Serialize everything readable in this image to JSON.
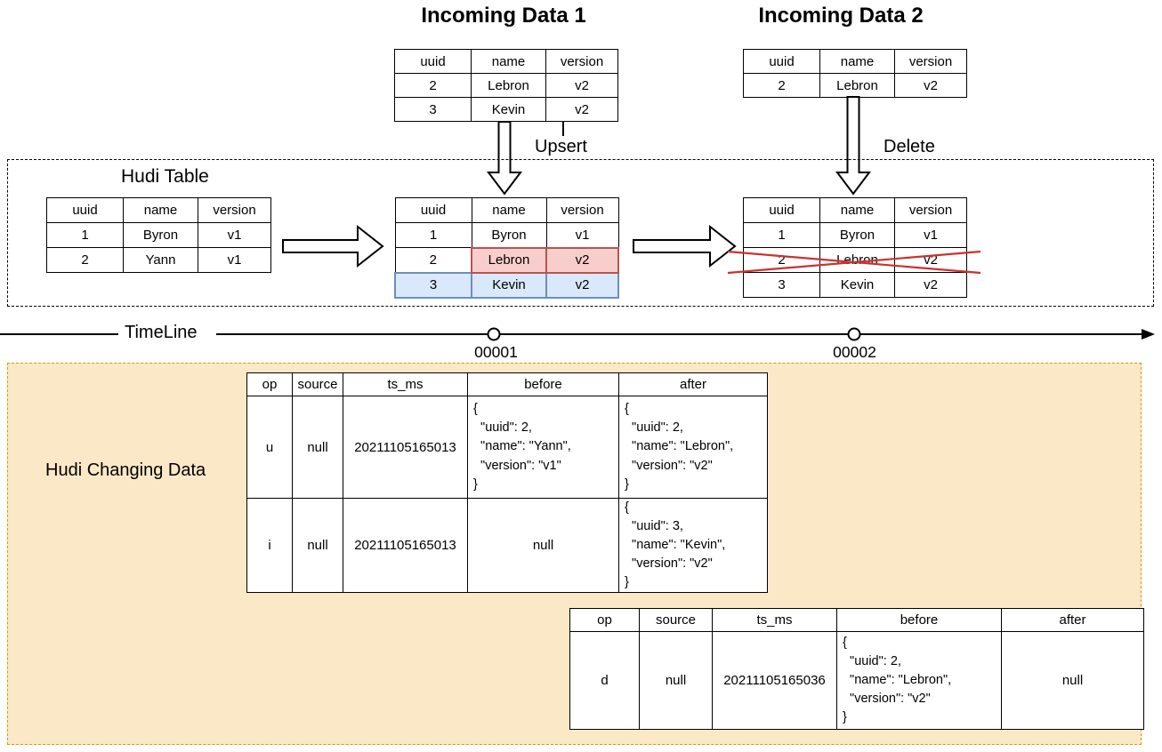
{
  "titles": {
    "incoming1": "Incoming Data 1",
    "incoming2": "Incoming Data 2",
    "hudi_table": "Hudi Table",
    "timeline": "TimeLine",
    "changing_data": "Hudi Changing Data"
  },
  "operations": {
    "upsert": "Upsert",
    "delete": "Delete"
  },
  "timeline": {
    "commits": [
      {
        "id": "00001"
      },
      {
        "id": "00002"
      }
    ]
  },
  "record_columns": [
    "uuid",
    "name",
    "version"
  ],
  "tables": {
    "incoming1": {
      "rows": [
        [
          "2",
          "Lebron",
          "v2"
        ],
        [
          "3",
          "Kevin",
          "v2"
        ]
      ]
    },
    "incoming2": {
      "rows": [
        [
          "2",
          "Lebron",
          "v2"
        ]
      ]
    },
    "hudi_initial": {
      "rows": [
        [
          "1",
          "Byron",
          "v1"
        ],
        [
          "2",
          "Yann",
          "v1"
        ]
      ]
    },
    "hudi_after_upsert": {
      "rows": [
        [
          "1",
          "Byron",
          "v1"
        ],
        [
          "2",
          "Lebron",
          "v2"
        ],
        [
          "3",
          "Kevin",
          "v2"
        ]
      ]
    },
    "hudi_after_delete": {
      "rows": [
        [
          "1",
          "Byron",
          "v1"
        ],
        [
          "2",
          "Lebron",
          "v2"
        ],
        [
          "3",
          "Kevin",
          "v2"
        ]
      ]
    }
  },
  "cdc_columns": [
    "op",
    "source",
    "ts_ms",
    "before",
    "after"
  ],
  "cdc_table_1": {
    "rows": [
      {
        "op": "u",
        "source": "null",
        "ts_ms": "20211105165013",
        "before": "{\n  \"uuid\": 2,\n  \"name\": \"Yann\",\n  \"version\": \"v1\"\n}",
        "after": "{\n  \"uuid\": 2,\n  \"name\": \"Lebron\",\n  \"version\": \"v2\"\n}"
      },
      {
        "op": "i",
        "source": "null",
        "ts_ms": "20211105165013",
        "before": "null",
        "after": "{\n  \"uuid\": 3,\n  \"name\": \"Kevin\",\n  \"version\": \"v2\"\n}"
      }
    ]
  },
  "cdc_table_2": {
    "rows": [
      {
        "op": "d",
        "source": "null",
        "ts_ms": "20211105165036",
        "before": "{\n  \"uuid\": 2,\n  \"name\": \"Lebron\",\n  \"version\": \"v2\"\n}",
        "after": "null"
      }
    ]
  },
  "colors": {
    "updated_cell_fill": "#F8CECC",
    "updated_cell_border": "#B85450",
    "inserted_cell_fill": "#DAE8FC",
    "inserted_cell_border": "#6C8EBF",
    "changing_box_fill": "#FBE8C7",
    "changing_box_border": "#D79B00",
    "delete_cross": "#C8332F"
  }
}
